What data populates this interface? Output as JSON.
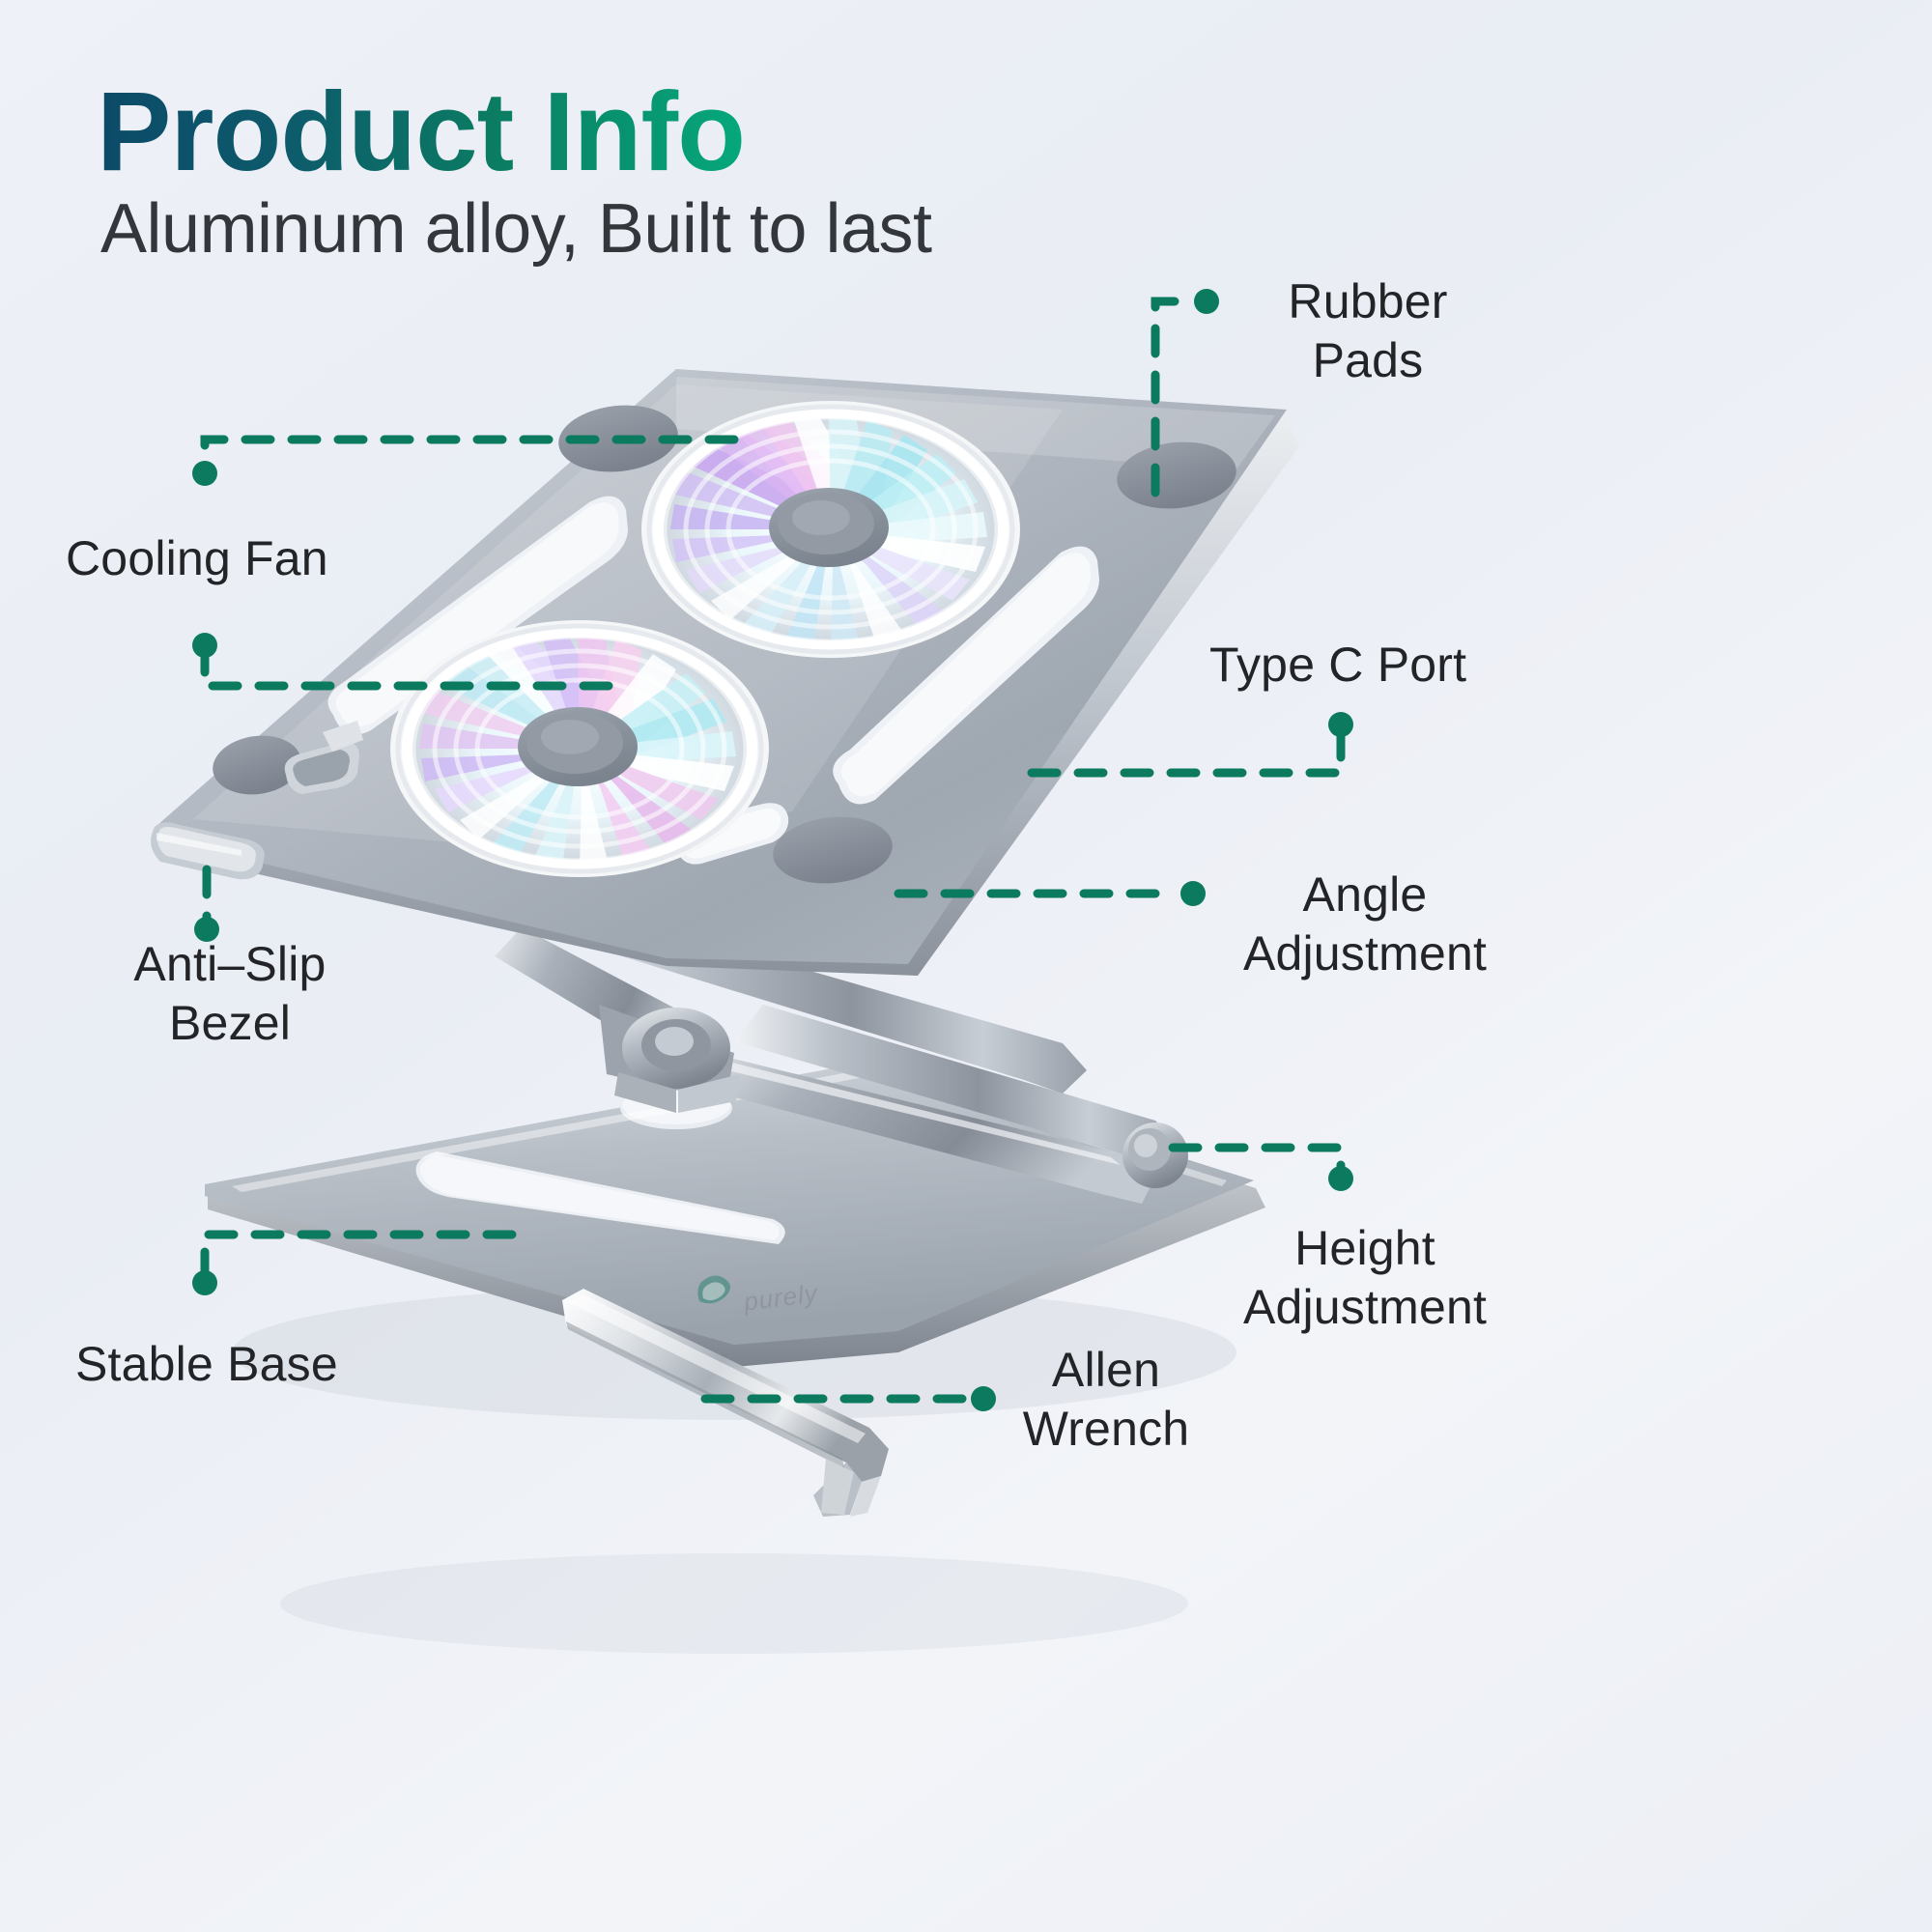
{
  "header": {
    "title": "Product Info",
    "subtitle": "Aluminum alloy, Built to last",
    "title_gradient_start": "#0c4a68",
    "title_gradient_end": "#06a87c",
    "subtitle_color": "#33363a"
  },
  "theme": {
    "background": "#eef1f7",
    "accent": "#0b7a5e",
    "label_color": "#222428",
    "metal_light": "#e3e6ea",
    "metal_mid": "#b9bfc7",
    "metal_dark": "#878f9a"
  },
  "product": {
    "brand": "purely",
    "fan_colors": [
      "#bff0f2",
      "#d9b8f0",
      "#f0b9e4",
      "#ffffff"
    ]
  },
  "callouts": [
    {
      "id": "rubber-pads",
      "label": "Rubber\nPads"
    },
    {
      "id": "cooling-fan",
      "label": "Cooling Fan"
    },
    {
      "id": "type-c-port",
      "label": "Type C Port"
    },
    {
      "id": "angle-adjustment",
      "label": "Angle\nAdjustment"
    },
    {
      "id": "anti-slip-bezel",
      "label": "Anti–Slip\nBezel"
    },
    {
      "id": "height-adjustment",
      "label": "Height\nAdjustment"
    },
    {
      "id": "stable-base",
      "label": "Stable Base"
    },
    {
      "id": "allen-wrench",
      "label": "Allen\nWrench"
    }
  ]
}
